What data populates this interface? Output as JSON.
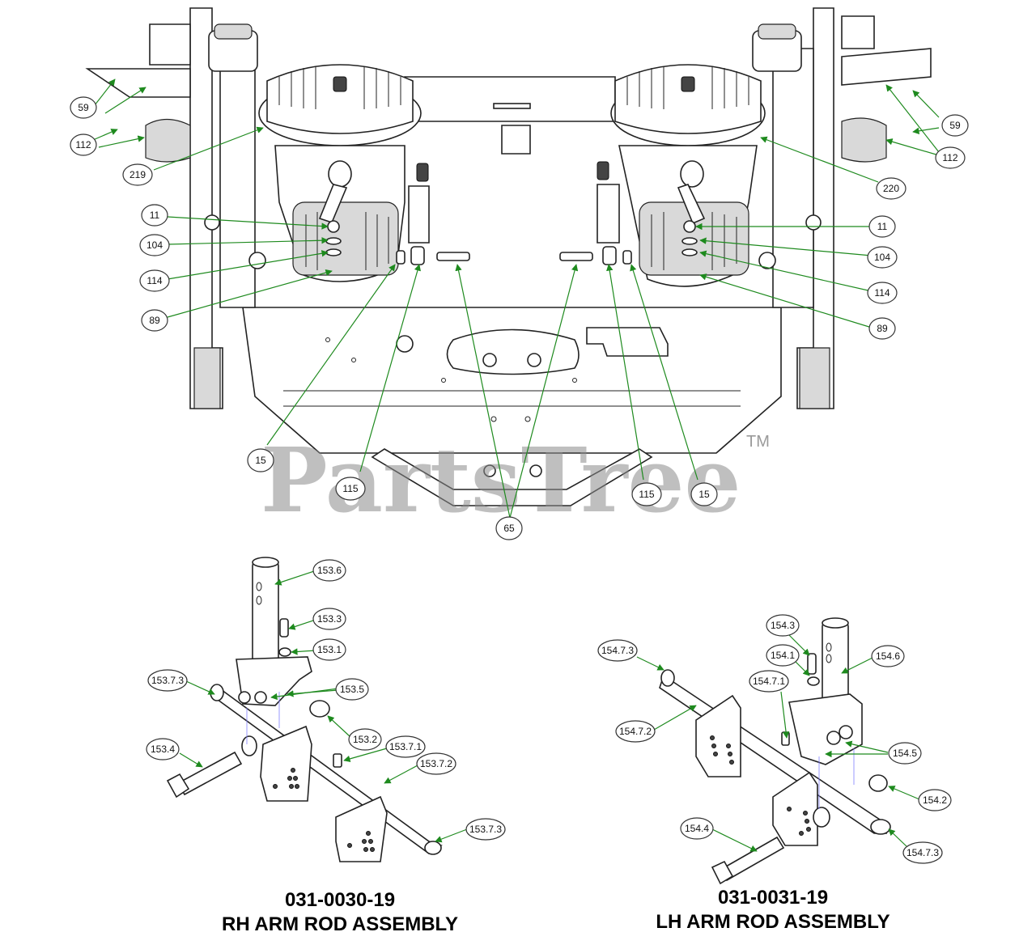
{
  "watermark": {
    "text": "PartsTree",
    "tm": "TM"
  },
  "assemblies": [
    {
      "part_number": "031-0030-19",
      "name": "RH ARM ROD ASSEMBLY"
    },
    {
      "part_number": "031-0031-19",
      "name": "LH ARM ROD ASSEMBLY"
    }
  ],
  "callouts": {
    "c59l": "59",
    "c112l": "112",
    "c219": "219",
    "c11l": "11",
    "c104l": "104",
    "c114l": "114",
    "c89l": "89",
    "c15l": "15",
    "c115l": "115",
    "c65": "65",
    "c115r": "115",
    "c15r": "15",
    "c59r": "59",
    "c112r": "112",
    "c220": "220",
    "c11r": "11",
    "c104r": "104",
    "c114r": "114",
    "c89r": "89",
    "c1536": "153.6",
    "c1533": "153.3",
    "c1531": "153.1",
    "c15373a": "153.7.3",
    "c1535": "153.5",
    "c1532": "153.2",
    "c15371": "153.7.1",
    "c1534": "153.4",
    "c15372": "153.7.2",
    "c15373b": "153.7.3",
    "c1543": "154.3",
    "c1541": "154.1",
    "c1546": "154.6",
    "c15473a": "154.7.3",
    "c15471": "154.7.1",
    "c15472": "154.7.2",
    "c1545": "154.5",
    "c1542": "154.2",
    "c1544": "154.4",
    "c15473b": "154.7.3"
  }
}
